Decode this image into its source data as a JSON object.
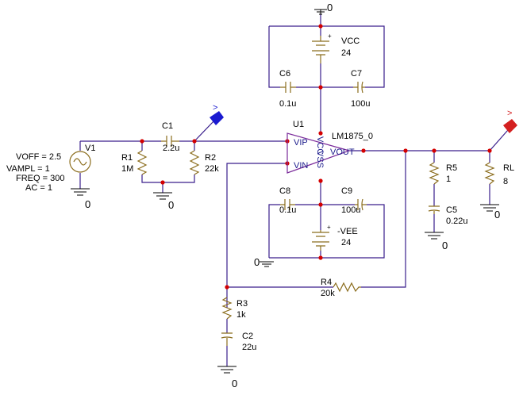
{
  "components": {
    "vcc": {
      "name": "VCC",
      "value": "24"
    },
    "vee": {
      "name": "-VEE",
      "value": "24"
    },
    "c6": {
      "name": "C6",
      "value": "0.1u"
    },
    "c7": {
      "name": "C7",
      "value": "100u"
    },
    "c8": {
      "name": "C8",
      "value": "0.1u"
    },
    "c9": {
      "name": "C9",
      "value": "100u"
    },
    "c1": {
      "name": "C1",
      "value": "2.2u"
    },
    "r1": {
      "name": "R1",
      "value": "1M"
    },
    "r2": {
      "name": "R2",
      "value": "22k"
    },
    "r3": {
      "name": "R3",
      "value": "1k"
    },
    "c2": {
      "name": "C2",
      "value": "22u"
    },
    "r4": {
      "name": "R4",
      "value": "20k"
    },
    "r5": {
      "name": "R5",
      "value": "1"
    },
    "c5": {
      "name": "C5",
      "value": "0.22u"
    },
    "rl": {
      "name": "RL",
      "value": "8"
    },
    "u1": {
      "name": "U1",
      "part": "LM1875_0",
      "pin_vip": "VIP",
      "pin_vin": "VIN",
      "pin_vout": "VOUT",
      "pin_vcc": "VCC",
      "pin_vee": "VSS"
    },
    "v1": {
      "name": "V1",
      "voff": "VOFF = 2.5",
      "vampl": "VAMPL = 1",
      "freq": "FREQ = 300",
      "ac": "AC = 1"
    }
  },
  "grounds": {
    "label": "0"
  },
  "probes": {
    "voltage": ">"
  },
  "colors": {
    "wire": "#3a1f8c",
    "component": "#8b6d1d",
    "junction": "#d40000",
    "probe_in": "#1a1ad0",
    "probe_out": "#d42020"
  }
}
